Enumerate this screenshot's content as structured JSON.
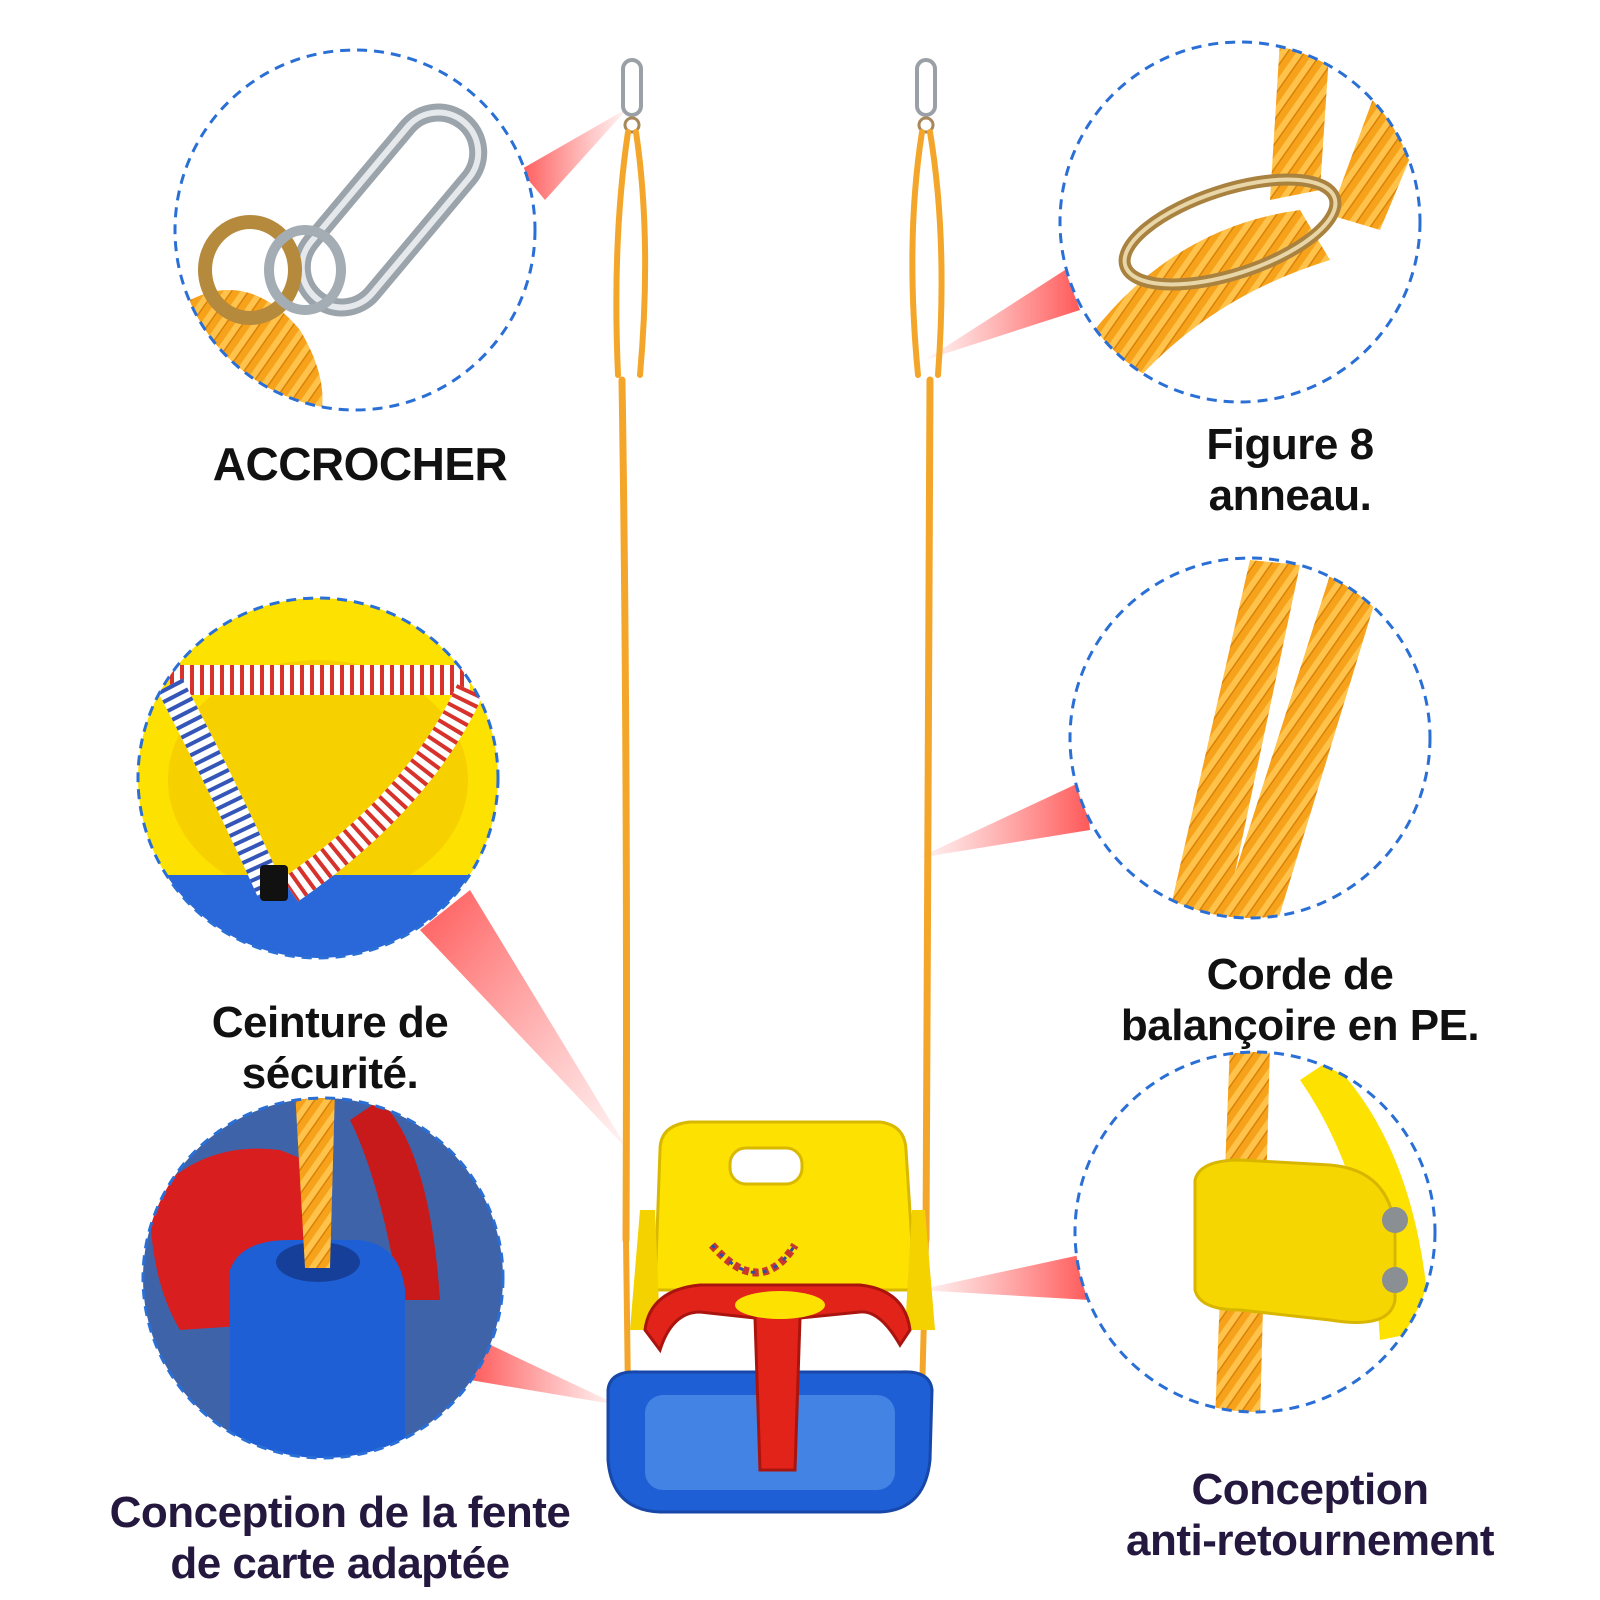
{
  "features": {
    "hook": {
      "lines": [
        "ACCROCHER"
      ],
      "icon": "carabiner-icon"
    },
    "figure8": {
      "lines": [
        "Figure 8",
        "anneau."
      ],
      "icon": "figure-8-ring-icon"
    },
    "rope": {
      "lines": [
        "Corde de",
        "balançoire en PE."
      ],
      "icon": "rope-icon"
    },
    "belt": {
      "lines": [
        "Ceinture de",
        "sécurité."
      ],
      "icon": "safety-belt-icon"
    },
    "slot": {
      "lines": [
        "Conception de la fente",
        "de carte adaptée"
      ],
      "icon": "rope-slot-icon"
    },
    "anti": {
      "lines": [
        "Conception",
        "anti-retournement"
      ],
      "icon": "anti-flip-clip-icon"
    }
  },
  "colors": {
    "rope": "#f5a623",
    "seat_yellow": "#fde100",
    "seat_red": "#e2231a",
    "seat_blue": "#1f5fd6",
    "pointer": "#ff5a5a",
    "circle_border": "#2a6fd6",
    "label_dark": "#111111",
    "label_navy": "#24183f"
  }
}
